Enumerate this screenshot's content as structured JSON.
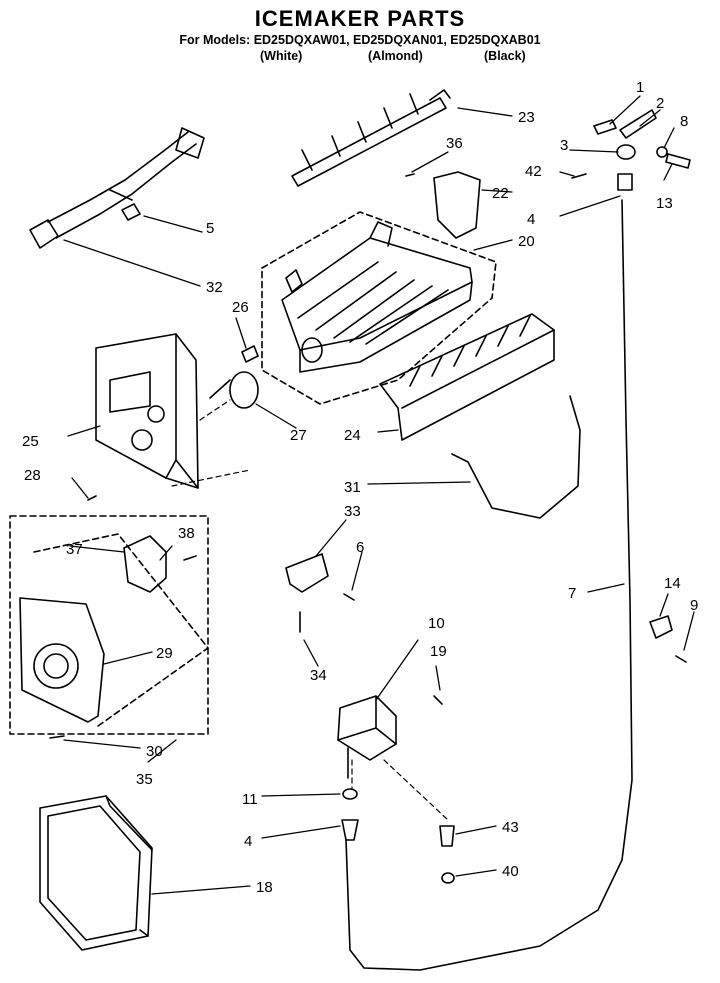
{
  "header": {
    "title": "ICEMAKER PARTS",
    "models_line": "For Models: ED25DQXAW01, ED25DQXAN01, ED25DQXAB01",
    "variants": [
      "(White)",
      "(Almond)",
      "(Black)"
    ]
  },
  "callouts": [
    "1",
    "2",
    "3",
    "8",
    "42",
    "13",
    "4",
    "23",
    "36",
    "22",
    "20",
    "5",
    "32",
    "26",
    "25",
    "28",
    "27",
    "24",
    "31",
    "33",
    "6",
    "37",
    "38",
    "29",
    "30",
    "35",
    "34",
    "10",
    "19",
    "7",
    "14",
    "9",
    "11",
    "4",
    "43",
    "40",
    "18"
  ]
}
